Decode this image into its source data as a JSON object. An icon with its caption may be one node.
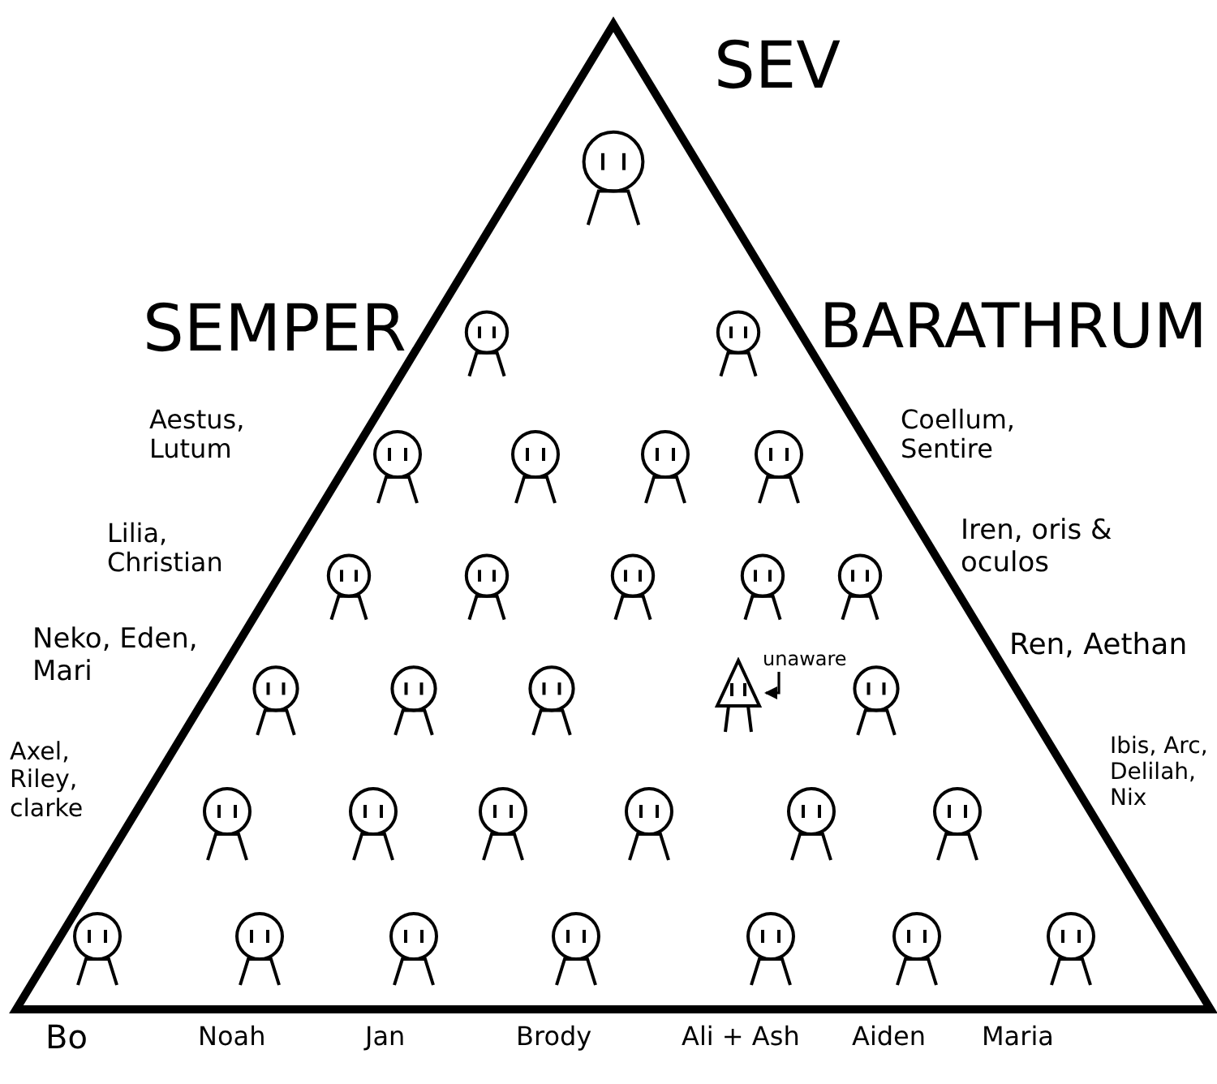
{
  "diagram": {
    "nodes": [
      {
        "text": [
          "unaware"
        ]
      },
      {
        "text": [],
        "shape": "picture"
      }
    ],
    "edges": [
      {
        "from": 0,
        "to": 1,
        "arrow": "to"
      }
    ],
    "labels": [
      "SEV",
      "SEMPER",
      "BARATHRUM",
      "Aestus, Lutum",
      "Coellum, Sentire",
      "Lilia, Christian",
      "Iren, oris & oculos",
      "Neko, Eden, Mari",
      "Ren, Aethan",
      "Axel, Riley, clarke",
      "Ibis, Arc, Delilah, Nix",
      "Bo",
      "Noah",
      "Jan",
      "Brody",
      "Ali + Ash",
      "Aiden",
      "Maria"
    ]
  }
}
